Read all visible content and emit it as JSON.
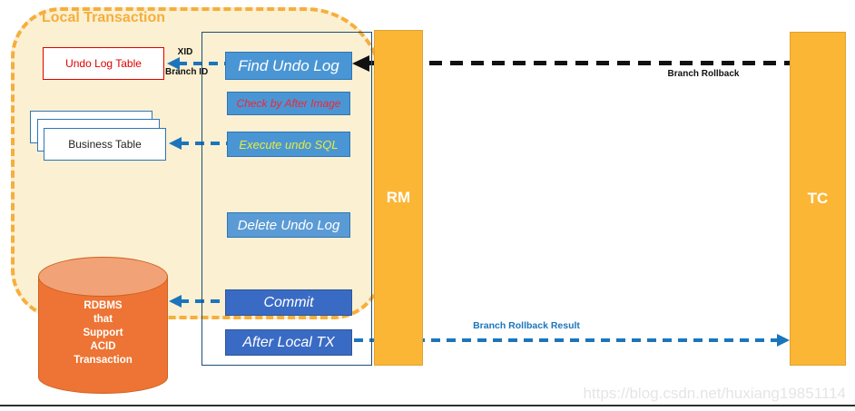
{
  "diagram": {
    "local_transaction": {
      "title": "Local Transaction"
    },
    "stores": {
      "undo_log_table": "Undo Log Table",
      "business_table": "Business Table",
      "rdbms_lines": [
        "RDBMS",
        "that",
        "Support",
        "ACID",
        "Transaction"
      ]
    },
    "steps": {
      "find_undo_log": "Find Undo Log",
      "check_by_after_image": "Check by After Image",
      "execute_undo_sql": "Execute undo SQL",
      "delete_undo_log": "Delete Undo Log",
      "commit": "Commit",
      "after_local_tx": "After Local TX"
    },
    "lifelines": {
      "rm": "RM",
      "tc": "TC"
    },
    "labels": {
      "xid": "XID",
      "branch_id": "Branch ID",
      "branch_rollback": "Branch Rollback",
      "branch_rollback_result": "Branch Rollback Result"
    },
    "watermark": "https://blog.csdn.net/huxiang19851114",
    "colors": {
      "container_fill": "#FBF0D2",
      "container_border": "#F6AE3C",
      "step_light_blue": "#4A96D5",
      "step_dark_blue": "#3A6BC4",
      "lifeline_orange": "#FBB636",
      "cylinder_orange": "#ED7434",
      "undo_table_red": "#E00000",
      "black_arrow": "#111111",
      "blue_arrow": "#1B75BC",
      "check_text_red": "#F4262E",
      "execute_text_yellow": "#E9EB3A"
    }
  }
}
